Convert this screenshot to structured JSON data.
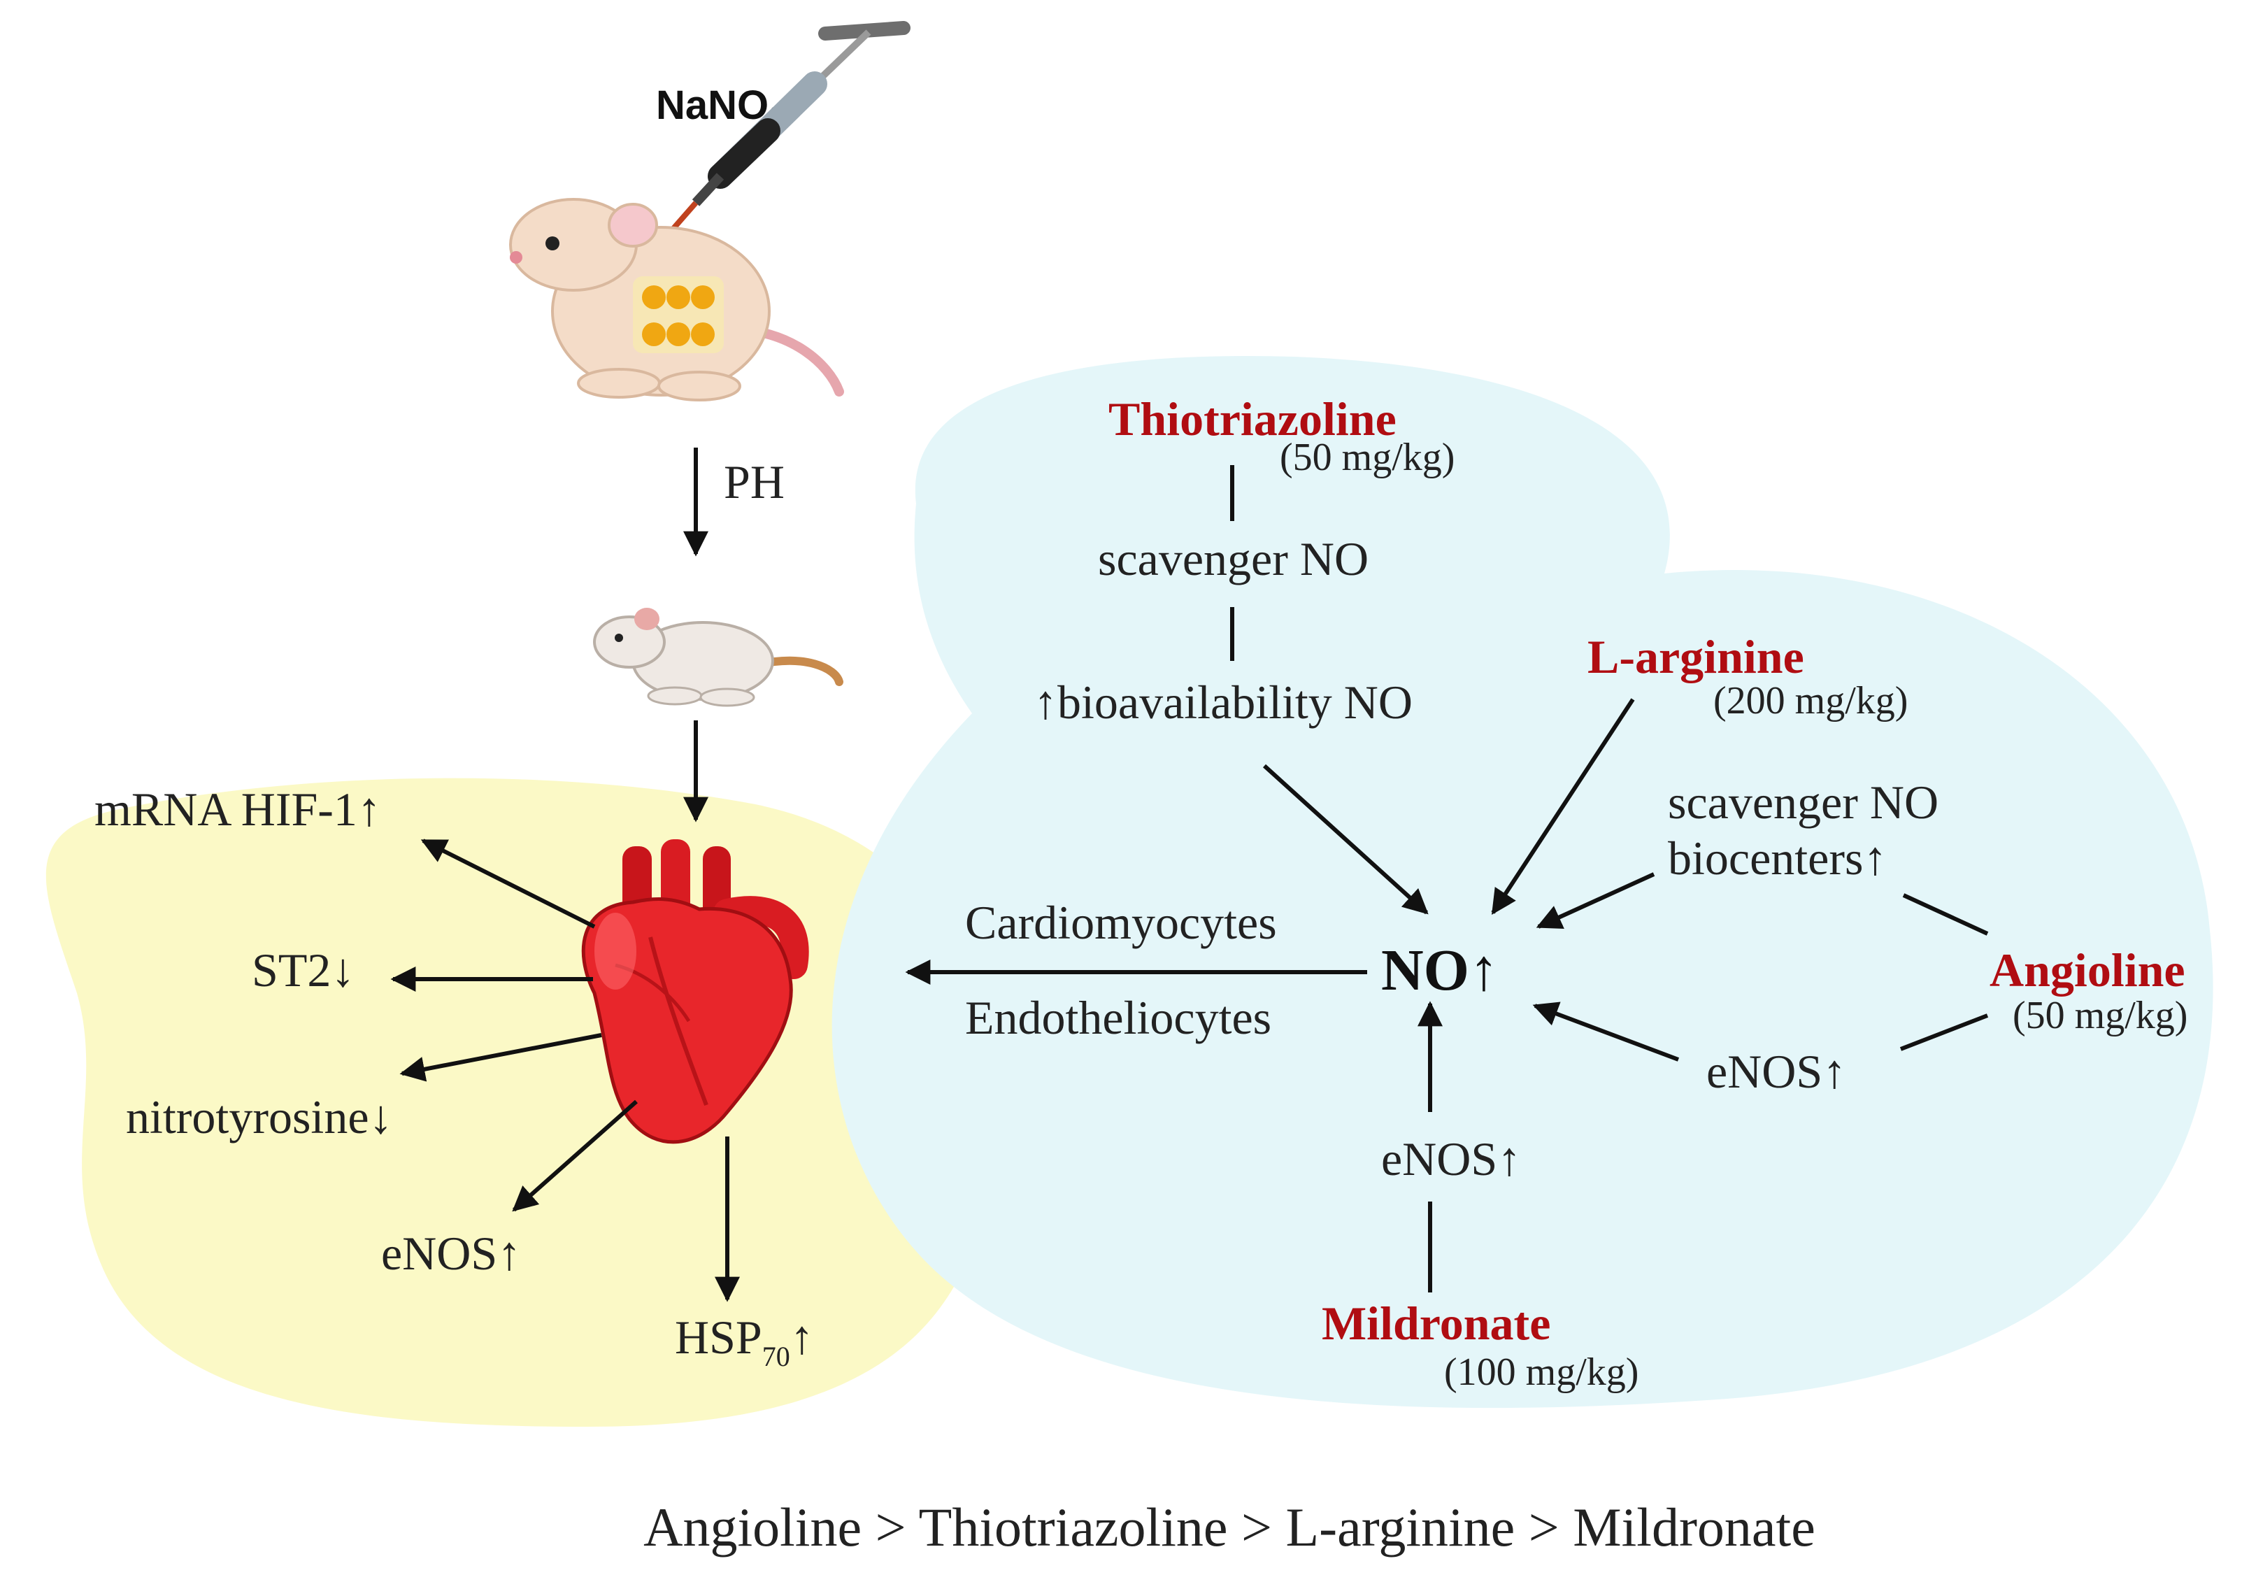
{
  "colors": {
    "yellow_zone": "#fbf9c6",
    "blue_zone": "#e4f6f9",
    "drug_text": "#b00d12",
    "heart": "#e8262b",
    "rat_body": "#f4dcc8",
    "ink": "#111111"
  },
  "injection": {
    "agent": "NaNO₂",
    "icon": "syringe-icon"
  },
  "model": {
    "step_label": "PH",
    "icons": [
      "rat-icon",
      "heart-icon"
    ]
  },
  "heart_effects": {
    "hif": "mRNA HIF-1↑",
    "st2": "ST2↓",
    "nitrotyrosine": "nitrotyrosine↓",
    "enos": "eNOS↑",
    "hsp_base": "HSP",
    "hsp_sub": "70",
    "hsp_arrow": "↑"
  },
  "no_center": {
    "label": "NO↑",
    "targets": [
      "Cardiomyocytes",
      "Endotheliocytes"
    ]
  },
  "drugs": {
    "thiotriazoline": {
      "name": "Thiotriazoline",
      "dose": "(50 mg/kg)",
      "mech1": "scavenger NO",
      "mech2": "↑bioavailability NO"
    },
    "larginine": {
      "name": "L-arginine",
      "dose": "(200 mg/kg)"
    },
    "angioline": {
      "name": "Angioline",
      "dose": "(50 mg/kg)",
      "mech1_line1": "scavenger NO",
      "mech1_line2": "biocenters↑",
      "mech2": "eNOS↑"
    },
    "mildronate": {
      "name": "Mildronate",
      "dose": "(100 mg/kg)",
      "mech": "eNOS↑"
    }
  },
  "ranking": "Angioline > Thiotriazoline > L-arginine > Mildronate"
}
